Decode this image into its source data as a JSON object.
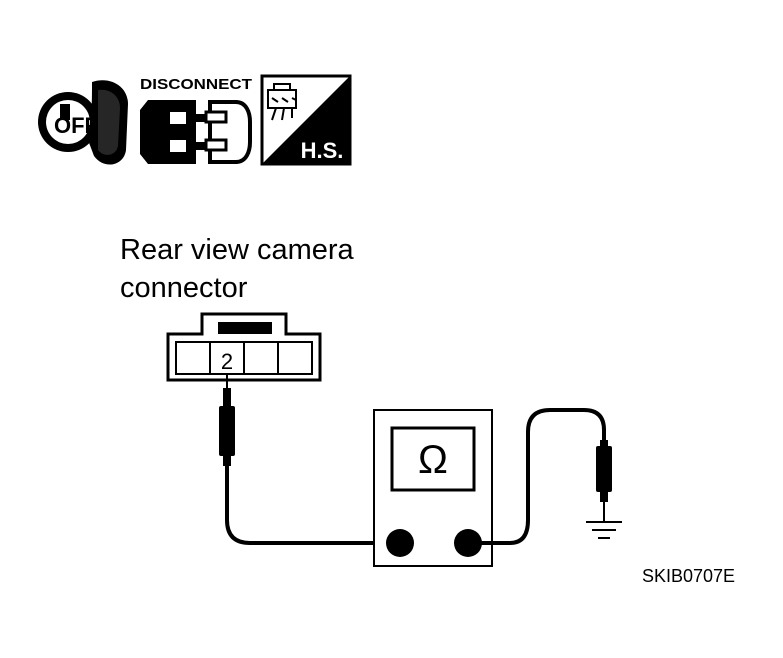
{
  "icons": {
    "ignition_label": "OFF",
    "disconnect_label": "DISCONNECT",
    "hs_label": "H.S."
  },
  "connector": {
    "title_line1": "Rear view camera",
    "title_line2": "connector",
    "terminal": "2"
  },
  "meter": {
    "symbol": "Ω"
  },
  "figure_code": "SKIB0707E"
}
